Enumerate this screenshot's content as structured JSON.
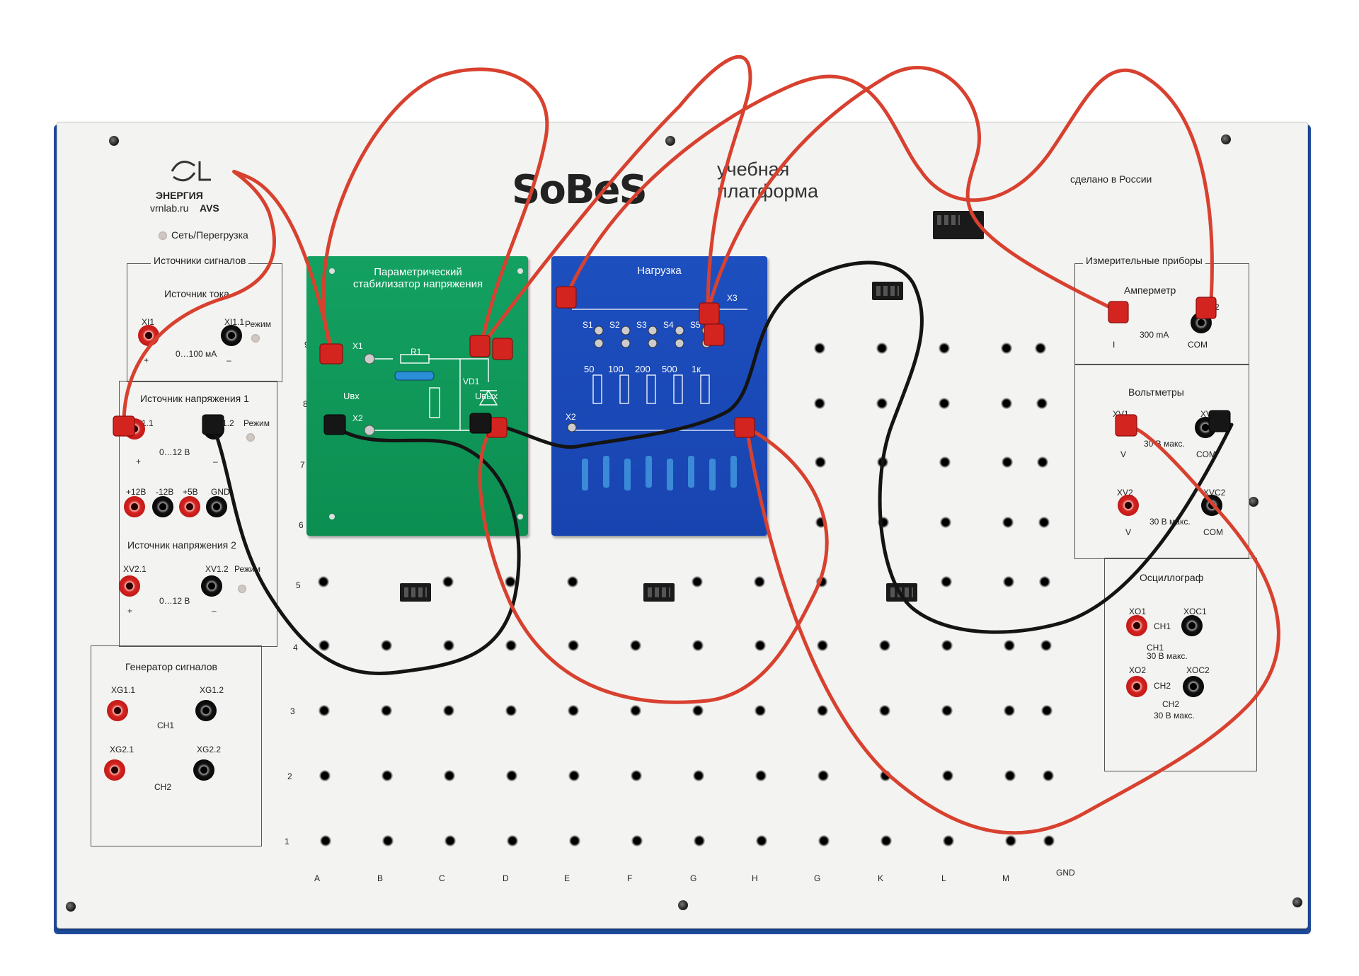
{
  "brand": {
    "name": "ЭНЕРГИЯ",
    "site": "vrnlab.ru",
    "partner": "AVS"
  },
  "header": {
    "logo_word": "SoBeS",
    "subtitle_line1": "учебная",
    "subtitle_line2": "платформа",
    "made_in": "сделано в России"
  },
  "status": {
    "power_led_label": "Сеть/Перегрузка"
  },
  "signal_sources": {
    "section_title": "Источники сигналов",
    "current_source": {
      "title": "Источник тока",
      "jack_left": "XI1",
      "jack_right": "XI1.1",
      "mode": "Режим",
      "range": "0…100 мА",
      "plus": "+",
      "minus": "–"
    },
    "voltage_source_1": {
      "title": "Источник напряжения 1",
      "jack_left": "XV1.1",
      "jack_right": "XV1.2",
      "mode": "Режим",
      "range": "0…12 В",
      "plus": "+",
      "minus": "–"
    },
    "rails": [
      "+12В",
      "-12В",
      "+5В",
      "GND"
    ],
    "voltage_source_2": {
      "title": "Источник напряжения 2",
      "jack_left": "XV2.1",
      "jack_right": "XV1.2",
      "mode": "Режим",
      "range": "0…12 В",
      "plus": "+",
      "minus": "–"
    },
    "generator": {
      "title": "Генератор сигналов",
      "ch1_left": "XG1.1",
      "ch1_right": "XG1.2",
      "ch1": "CH1",
      "ch2_left": "XG2.1",
      "ch2_right": "XG2.2",
      "ch2": "CH2"
    }
  },
  "instruments": {
    "section_title": "Измерительные приборы",
    "ammeter": {
      "title": "Амперметр",
      "jack_right": "XA2",
      "range": "300 mA",
      "left": "I",
      "right": "COM"
    },
    "voltmeters": {
      "title": "Вольтметры",
      "v1_left": "XV1",
      "v1_right": "XVC1",
      "v1_range": "30 В макс.",
      "v_label": "V",
      "com": "COM",
      "v2_left": "XV2",
      "v2_right": "XVC2",
      "v2_range": "30 В макс."
    },
    "oscilloscope": {
      "title": "Осциллограф",
      "x1": "XO1",
      "xc1": "XOC1",
      "ch1": "CH1",
      "ch1_max": "30 В макс.",
      "x2": "XO2",
      "xc2": "XOC2",
      "ch2": "CH2",
      "ch2_max": "30 В макс."
    }
  },
  "green_module": {
    "title_line1": "Параметрический",
    "title_line2": "стабилизатор напряжения",
    "x1": "X1",
    "r1": "R1",
    "vd1": "VD1",
    "uin": "Uвх",
    "uout": "Uвых",
    "x2": "X2"
  },
  "blue_module": {
    "title": "Нагрузка",
    "x3": "X3",
    "x2": "X2",
    "switches": [
      "S1",
      "S2",
      "S3",
      "S4",
      "S5"
    ],
    "values": [
      "50",
      "100",
      "200",
      "500",
      "1к"
    ]
  },
  "grid": {
    "rows": [
      "9",
      "8",
      "7",
      "6",
      "5",
      "4",
      "3",
      "2",
      "1"
    ],
    "cols": [
      "A",
      "B",
      "C",
      "D",
      "E",
      "F",
      "G",
      "H",
      "G",
      "K",
      "L",
      "M"
    ],
    "gnd": "GND"
  },
  "colors": {
    "board": "#f3f3f1",
    "frame": "#1e4a9a",
    "wire_red": "#d8412f",
    "wire_black": "#141414",
    "pcb_green": "#10985a",
    "pcb_blue": "#1b4ab8"
  }
}
